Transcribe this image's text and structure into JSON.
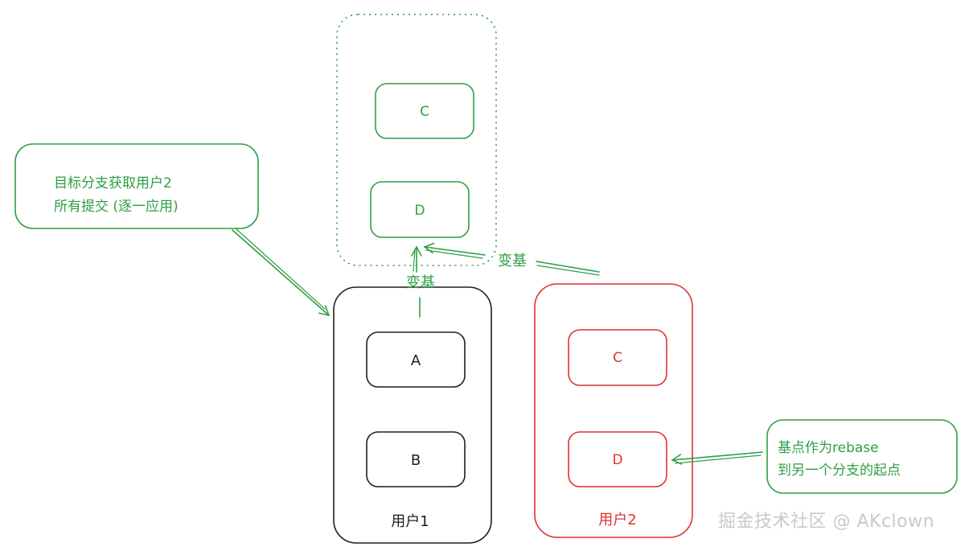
{
  "colors": {
    "green": "#2f9e44",
    "black": "#1e1e1e",
    "red": "#e03131",
    "watermark": "#c9c9c9"
  },
  "top_group": {
    "commit_c": "C",
    "commit_d": "D"
  },
  "user1": {
    "label": "用户1",
    "commit_a": "A",
    "commit_b": "B"
  },
  "user2": {
    "label": "用户2",
    "commit_c": "C",
    "commit_d": "D"
  },
  "labels": {
    "rebase_vertical": "变基",
    "rebase_diagonal": "变基"
  },
  "note_left": {
    "line1": "目标分支获取用户2",
    "line2": "所有提交 (逐一应用)"
  },
  "note_right": {
    "line1": "基点作为rebase",
    "line2": "到另一个分支的起点"
  },
  "watermark": "掘金技术社区 @ AKclown"
}
